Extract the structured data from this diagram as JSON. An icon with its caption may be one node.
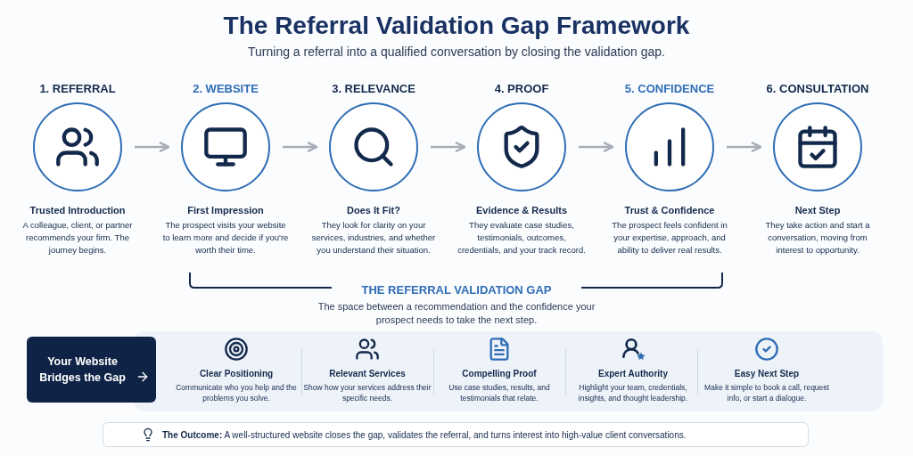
{
  "diagram": {
    "title": "The Referral Validation Gap Framework",
    "nodes": [
      {
        "text": [
          "1. REFERRAL"
        ],
        "beside": [
          "Trusted Introduction",
          "A colleague, client, or partner recommends your firm. The journey begins."
        ]
      },
      {
        "text": [
          "2. WEBSITE"
        ],
        "beside": [
          "First Impression",
          "The prospect visits your website to learn more and decide if you're worth their time."
        ]
      },
      {
        "text": [
          "3. RELEVANCE"
        ],
        "beside": [
          "Does It Fit?",
          "They look for clarity on your services, industries, and whether you understand their situation."
        ]
      },
      {
        "text": [
          "4. PROOF"
        ],
        "beside": [
          "Evidence & Results",
          "They evaluate case studies, testimonials, outcomes, credentials, and your track record."
        ]
      },
      {
        "text": [
          "5. CONFIDENCE"
        ],
        "beside": [
          "Trust & Confidence",
          "The prospect feels confident in your expertise, approach, and ability to deliver real results."
        ]
      },
      {
        "text": [
          "6. CONSULTATION"
        ],
        "beside": [
          "Next Step",
          "They take action and start a conversation, moving from interest to opportunity."
        ]
      },
      {
        "text": [
          "Your Website Bridges the Gap"
        ]
      },
      {
        "text": [],
        "shape": "box"
      },
      {
        "text": [
          "Clear Positioning",
          "Communicate who you help and the problems you solve."
        ],
        "in": 7
      },
      {
        "text": [
          "Relevant Services",
          "Show how your services address their specific needs."
        ],
        "in": 7
      },
      {
        "text": [
          "Compelling Proof",
          "Use case studies, results, and testimonials that relate."
        ],
        "in": 7
      },
      {
        "text": [
          "Expert Authority",
          "Highlight your team, credentials, insights, and thought leadership."
        ],
        "in": 7
      },
      {
        "text": [
          "Easy Next Step",
          "Make it simple to book a call, request info, or start a dialogue."
        ],
        "in": 7
      },
      {
        "text": [
          "**The Outcome:** A well-structured website closes the gap, validates the referral, and turns interest into high-value client conversations."
        ]
      }
    ],
    "edges": [
      {
        "from": 0,
        "to": 1,
        "arrow": "to"
      },
      {
        "from": 1,
        "to": 2,
        "arrow": "to"
      },
      {
        "from": 2,
        "to": 3,
        "arrow": "to"
      },
      {
        "from": 3,
        "to": 4,
        "arrow": "to"
      },
      {
        "from": 4,
        "to": 5,
        "arrow": "to"
      }
    ],
    "labels": [
      "Turning a referral into a qualified conversation by closing the validation gap.",
      "THE REFERRAL VALIDATION GAP",
      "The space between a recommendation and the confidence your prospect needs to take the next step."
    ]
  }
}
